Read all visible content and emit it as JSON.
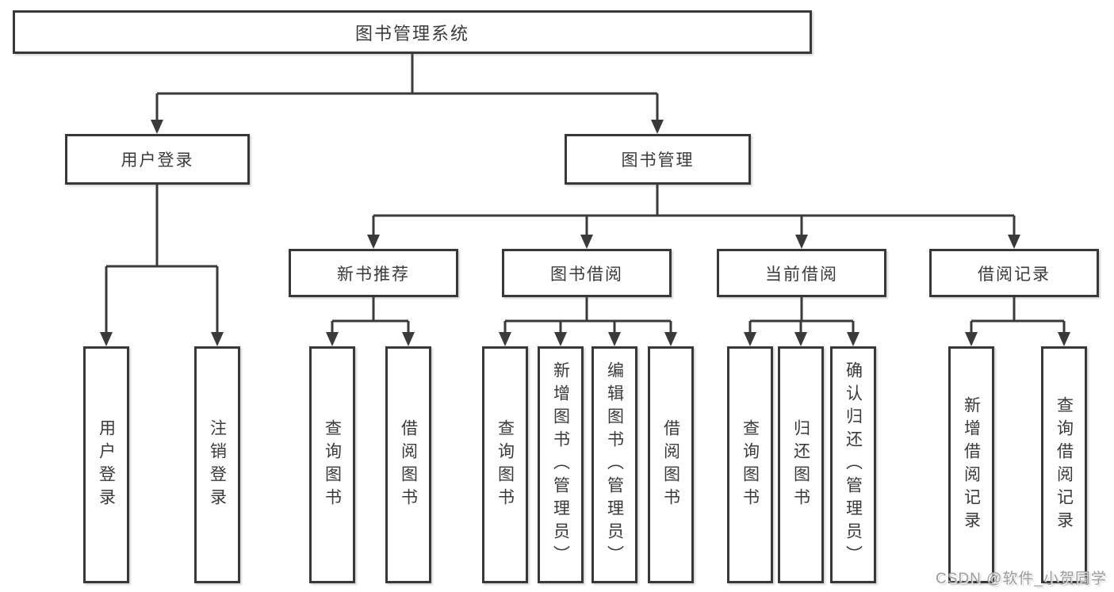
{
  "diagram": {
    "type": "hierarchy",
    "colors": {
      "line": "#3a3a3a",
      "box_border": "#383838",
      "box_fill": "#ffffff",
      "text": "#3a3a3a",
      "watermark": "#9d9d9d",
      "background": "#ffffff"
    },
    "tree": {
      "root": "图书管理系统",
      "children": [
        {
          "label": "用户登录",
          "children": [
            "用户登录",
            "注销登录"
          ]
        },
        {
          "label": "图书管理",
          "children": [
            {
              "label": "新书推荐",
              "children": [
                "查询图书",
                "借阅图书"
              ]
            },
            {
              "label": "图书借阅",
              "children": [
                "查询图书",
                "新增图书（管理员）",
                "编辑图书（管理员）",
                "借阅图书"
              ]
            },
            {
              "label": "当前借阅",
              "children": [
                "查询图书",
                "归还图书",
                "确认归还（管理员）"
              ]
            },
            {
              "label": "借阅记录",
              "children": [
                "新增借阅记录",
                "查询借阅记录"
              ]
            }
          ]
        }
      ]
    },
    "watermark": "CSDN @软件_小贺同学"
  }
}
